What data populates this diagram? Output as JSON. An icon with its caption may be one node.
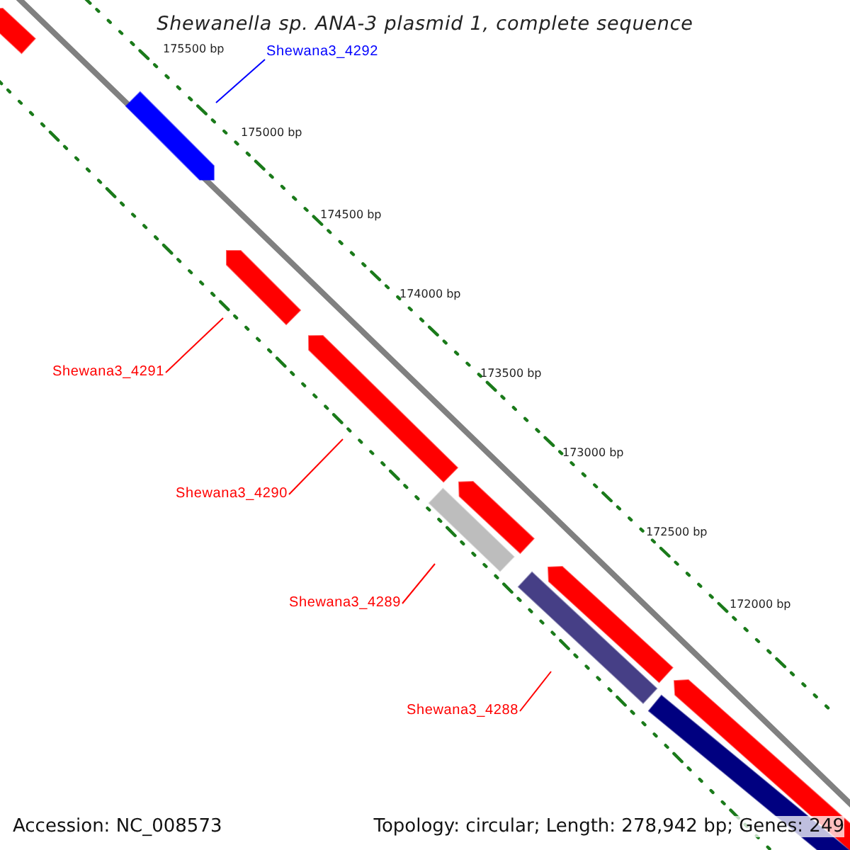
{
  "diagram": {
    "title": "Shewanella sp. ANA-3 plasmid 1, complete sequence",
    "nodes": [
      {
        "text": [
          "Shewana3_4292"
        ]
      },
      {
        "text": [
          "Shewana3_4291"
        ]
      },
      {
        "text": [
          "Shewana3_4290"
        ]
      },
      {
        "text": [
          "Shewana3_4289"
        ]
      },
      {
        "text": [
          "Shewana3_4288"
        ]
      },
      {
        "text": [],
        "shape": "arrow"
      },
      {
        "text": [],
        "shape": "arrow"
      },
      {
        "text": [],
        "shape": "arrow"
      },
      {
        "text": [],
        "shape": "arrow"
      },
      {
        "text": [],
        "shape": "arrow"
      },
      {
        "text": [],
        "shape": "bar"
      },
      {
        "text": [],
        "shape": "arrow"
      },
      {
        "text": [],
        "shape": "bar"
      },
      {
        "text": [],
        "shape": "arrow"
      },
      {
        "text": [],
        "shape": "bar"
      }
    ],
    "edges": [
      {
        "from": 0,
        "to": 6,
        "arrow": "none",
        "color": "#0000ff"
      },
      {
        "from": 1,
        "to": 7,
        "arrow": "none"
      },
      {
        "from": 2,
        "to": 8,
        "arrow": "none"
      },
      {
        "from": 3,
        "to": 10,
        "arrow": "none"
      },
      {
        "from": 4,
        "to": 12,
        "arrow": "none"
      }
    ],
    "labels": [
      "175500 bp",
      "175000 bp",
      "174500 bp",
      "174000 bp",
      "173500 bp",
      "173000 bp",
      "172500 bp",
      "172000 bp",
      "Accession: NC_008573",
      "Topology: circular; Length: 278,942 bp; Genes: 249"
    ]
  }
}
